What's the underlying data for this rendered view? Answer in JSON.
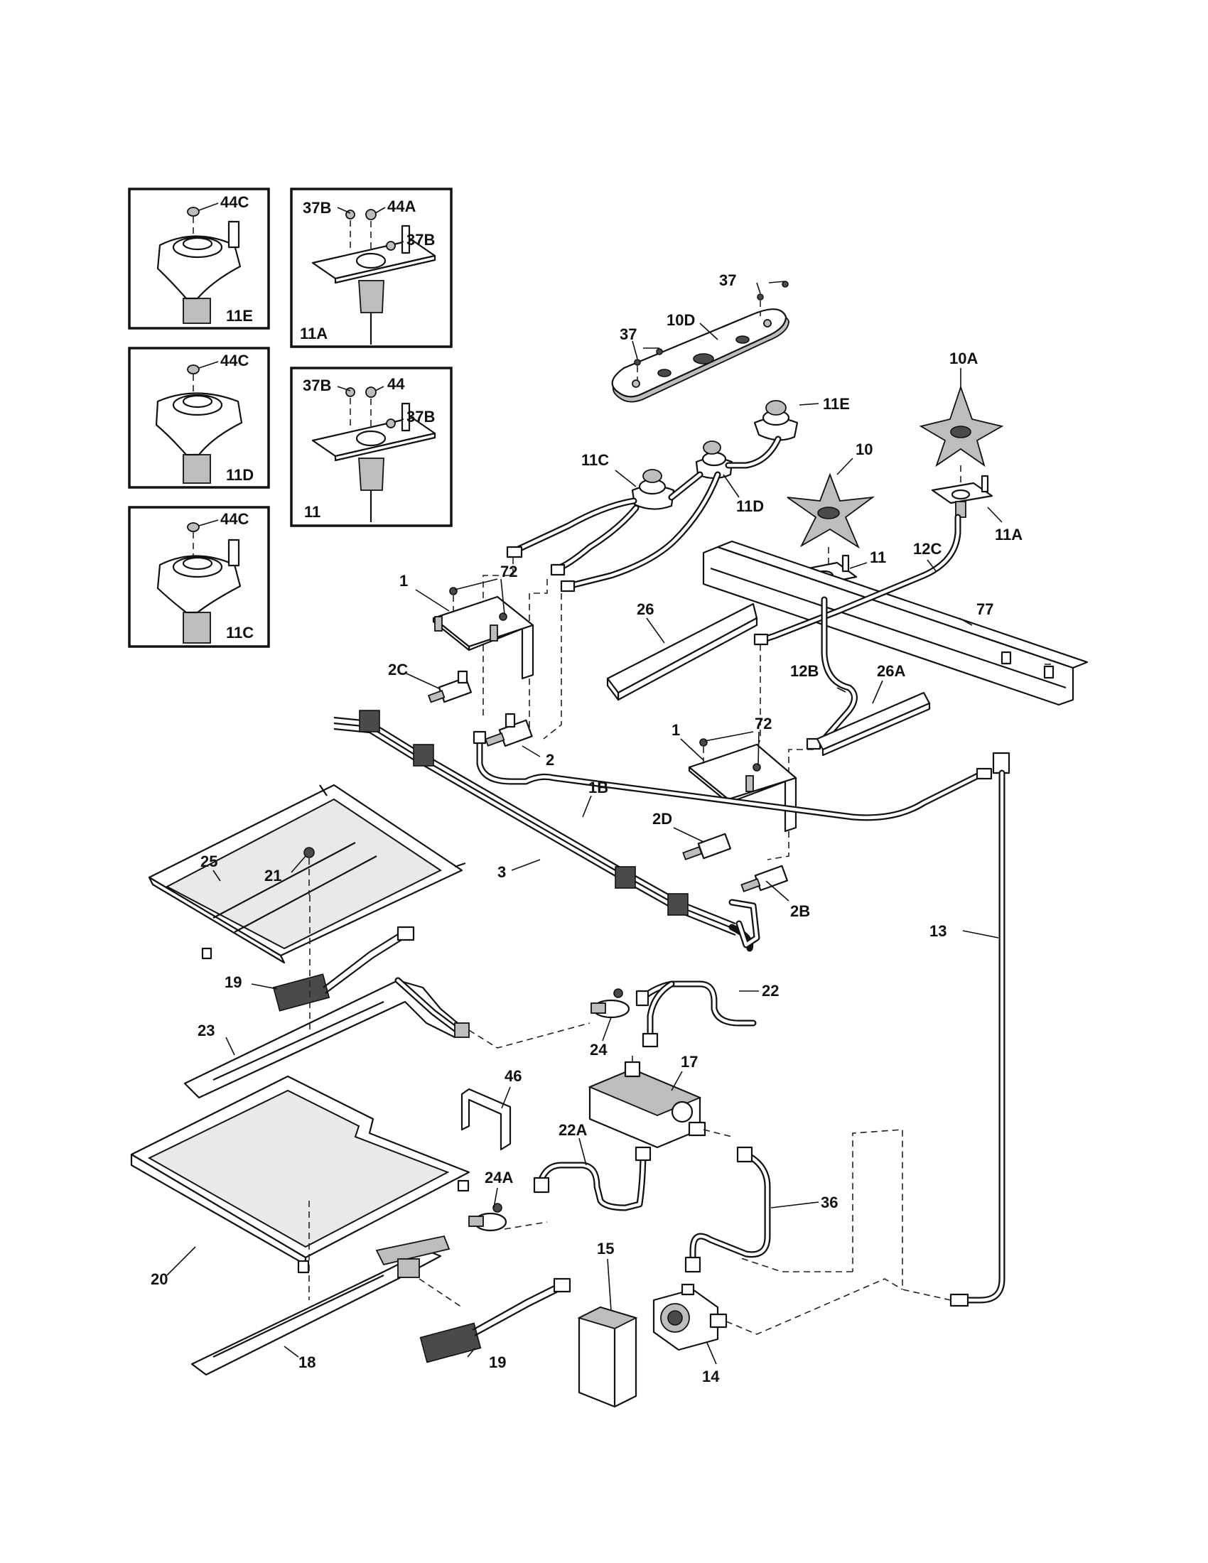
{
  "callouts": {
    "c44C_a": "44C",
    "c11E_inset": "11E",
    "c37B_a1": "37B",
    "c44A": "44A",
    "c37B_a2": "37B",
    "c11A_inset": "11A",
    "c44C_b": "44C",
    "c11D_inset": "11D",
    "c37B_b1": "37B",
    "c44": "44",
    "c37B_b2": "37B",
    "c11_inset": "11",
    "c44C_c": "44C",
    "c11C_inset": "11C",
    "c37_a": "37",
    "c37_b": "37",
    "c10D": "10D",
    "c10A": "10A",
    "c11E": "11E",
    "c10": "10",
    "c11C": "11C",
    "c11D": "11D",
    "c11A": "11A",
    "c12C": "12C",
    "c11": "11",
    "c72_a": "72",
    "c1_a": "1",
    "c26": "26",
    "c77": "77",
    "c2C": "2C",
    "c12B": "12B",
    "c26A": "26A",
    "c2": "2",
    "c72_b": "72",
    "c1_b": "1",
    "c1B": "1B",
    "c2D": "2D",
    "c25": "25",
    "c21": "21",
    "c3": "3",
    "c2B": "2B",
    "c13": "13",
    "c19_a": "19",
    "c22": "22",
    "c24": "24",
    "c23": "23",
    "c46": "46",
    "c17": "17",
    "c22A": "22A",
    "c24A": "24A",
    "c36": "36",
    "c20": "20",
    "c15": "15",
    "c18": "18",
    "c19_b": "19",
    "c14": "14"
  }
}
